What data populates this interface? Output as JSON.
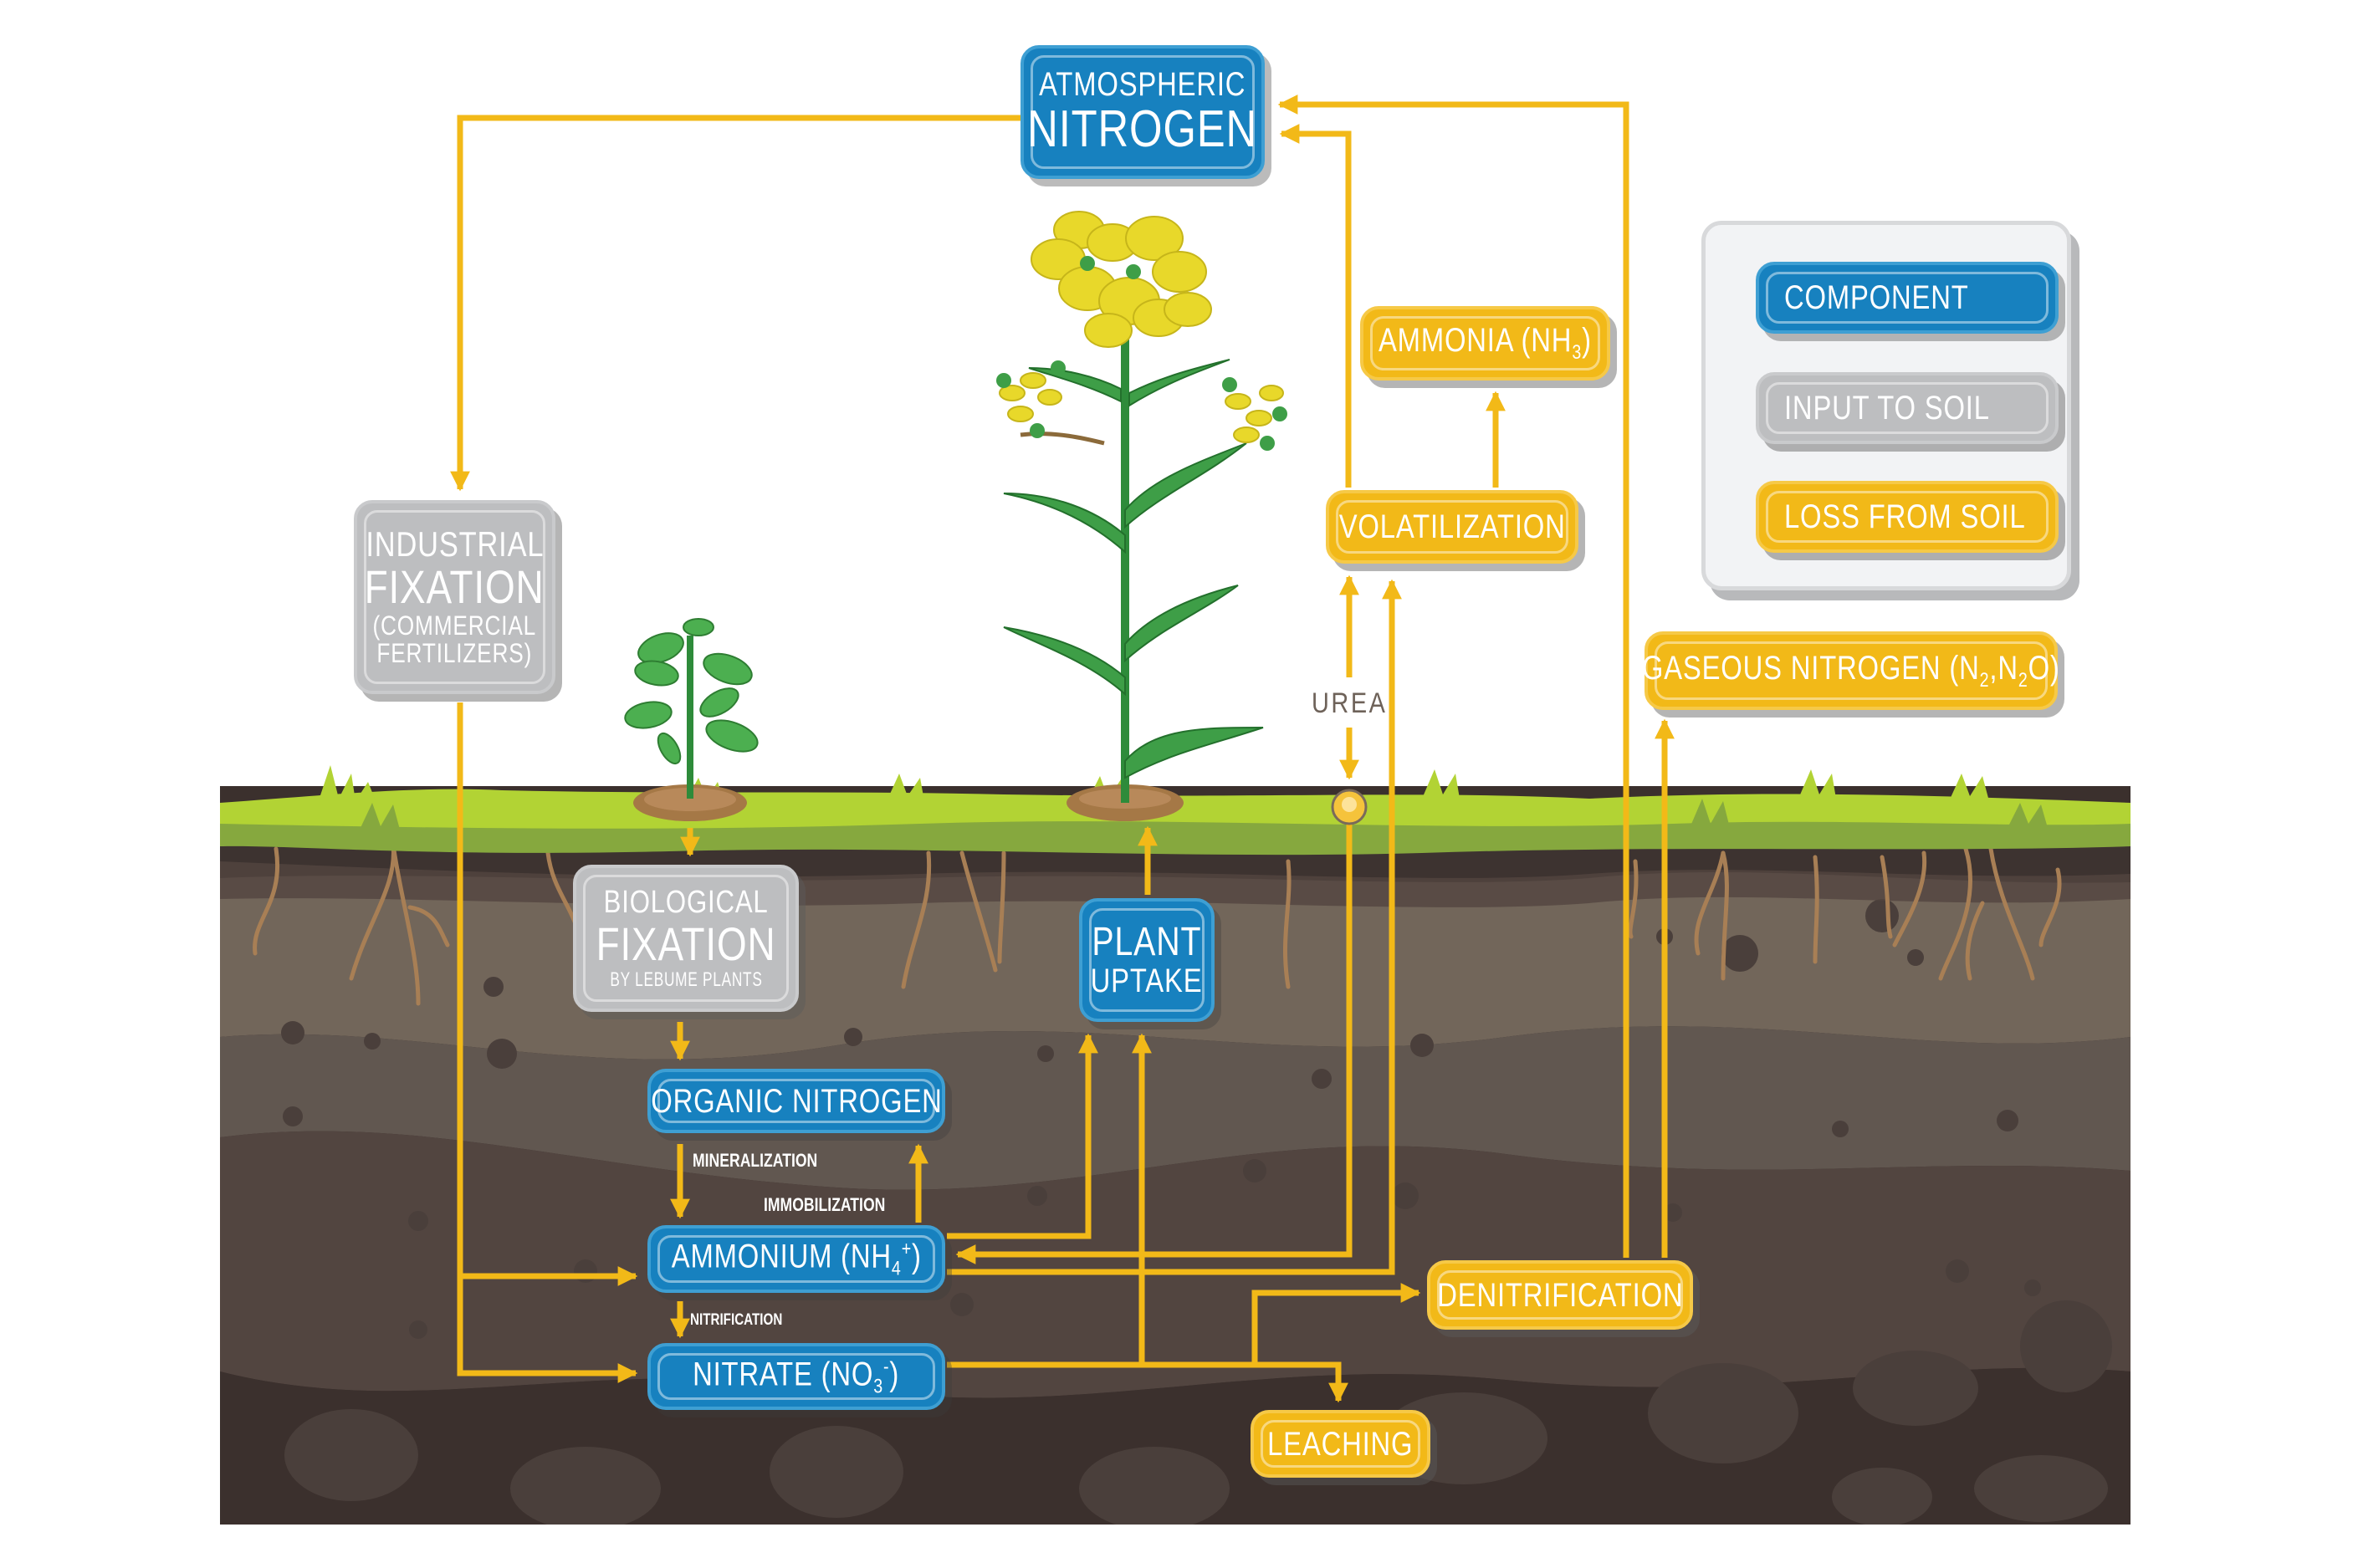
{
  "title": "Nitrogen Cycle in Soil",
  "colors": {
    "component": "#1781BF",
    "input": "#BDBEC0",
    "loss": "#F2B918",
    "arrow": "#F2B918",
    "grass_light": "#B2D334",
    "grass_dark": "#86A83E",
    "soil_top": "#3D3330",
    "soil_layer1": "#72665A",
    "soil_layer2": "#615750",
    "soil_layer3": "#524540",
    "soil_deep": "#3B302D"
  },
  "legend": {
    "items": [
      {
        "label": "COMPONENT",
        "type": "component"
      },
      {
        "label": "INPUT TO SOIL",
        "type": "input"
      },
      {
        "label": "LOSS FROM SOIL",
        "type": "loss"
      }
    ]
  },
  "nodes": {
    "atmospheric": {
      "line1": "ATMOSPHERIC",
      "line2": "NITROGEN",
      "type": "component"
    },
    "industrial": {
      "line1": "INDUSTRIAL",
      "line2": "FIXATION",
      "line3": "(COMMERCIAL",
      "line4": "FERTILIZERS)",
      "type": "input"
    },
    "ammonia": {
      "text": "AMMONIA (NH",
      "sub": "3",
      "tail": ")",
      "type": "loss"
    },
    "volatilization": {
      "text": "VOLATILIZATION",
      "type": "loss"
    },
    "gaseous": {
      "text": "GASEOUS NITROGEN (N",
      "sub1": "2",
      "mid": ",N",
      "sub2": "2",
      "tail": "O)",
      "type": "loss"
    },
    "biological": {
      "line1": "BIOLOGICAL",
      "line2": "FIXATION",
      "line3": "BY LEBUME PLANTS",
      "type": "input"
    },
    "plant_uptake": {
      "line1": "PLANT",
      "line2": "UPTAKE",
      "type": "component"
    },
    "organic": {
      "text": "ORGANIC NITROGEN",
      "type": "component"
    },
    "ammonium": {
      "text": "AMMONIUM (NH",
      "sub": "4",
      "sup": "+",
      "tail": ")",
      "type": "component"
    },
    "nitrate": {
      "text": "NITRATE (NO",
      "sub": "3",
      "sup": "-",
      "tail": ")",
      "type": "component"
    },
    "denitrification": {
      "text": "DENITRIFICATION",
      "type": "loss"
    },
    "leaching": {
      "text": "LEACHING",
      "type": "loss"
    }
  },
  "process_labels": {
    "mineralization": "MINERALIZATION",
    "immobilization": "IMMOBILIZATION",
    "nitrification": "NITRIFICATION",
    "urea": "UREA"
  },
  "icons": {
    "legume_plant": "legume-plant-illustration",
    "canola_plant": "flowering-canola-plant-illustration",
    "urea_granule": "urea-granule-circle"
  }
}
